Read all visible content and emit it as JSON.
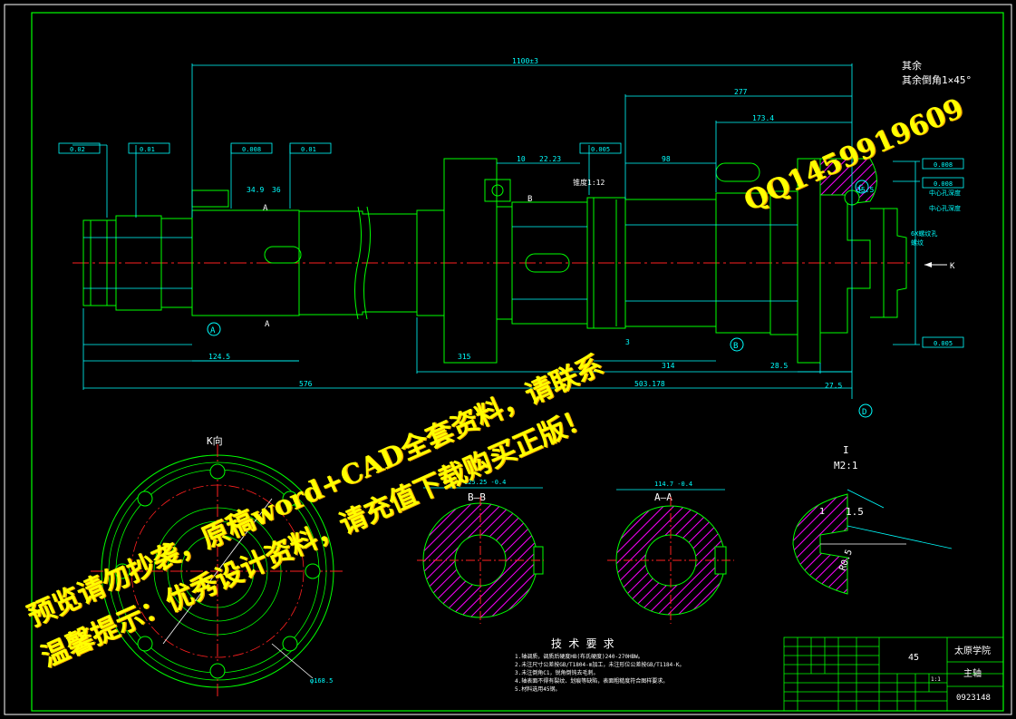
{
  "dims": {
    "overall": "1100±3",
    "d277": "277",
    "d173": "173.4",
    "d10": "10",
    "d2223": "22.23",
    "d98": "98",
    "d349": "34.9",
    "d36": "36",
    "d35": "35.5",
    "d124": "124.5",
    "d5763": "576",
    "d503": "503.178",
    "d314": "314",
    "d315": "315",
    "d3": "3",
    "d285": "28.5",
    "d27": "27.5"
  },
  "annotations": {
    "taper": "锥度1:12",
    "bb_cut": "B",
    "aa_cut": "A",
    "k_arrow": "K",
    "surface1": "其余",
    "surface2": "其余倒角1×45°",
    "note1": "中心孔深度",
    "note2": "中心孔深度",
    "note3": "6X螺纹孔",
    "note4": "螺纹",
    "tol_a": "0.02",
    "tol_b": "0.01",
    "tol_c": "0.008",
    "tol_d": "0.005",
    "datum_a": "A",
    "datum_b": "B",
    "datum_c": "C",
    "datum_d": "D"
  },
  "views": {
    "k_view": "K向",
    "bb_view": "B—B",
    "aa_view": "A—A",
    "detail": "I",
    "detail_scale": "M2:1",
    "bb_dim": "125.25 -0.4",
    "aa_dim": "114.7 -0.4",
    "detail_15": "1.5",
    "detail_r05": "R0.5",
    "detail_1": "1",
    "k_dim": "φ168.5"
  },
  "tech": {
    "title": "技 术 要 求",
    "lines": [
      "1.轴调质，调质后硬度HB(布氏硬度)240-270HBW。",
      "2.未注尺寸公差按GB/T1804-m加工，未注形位公差按GB/T1184-K。",
      "3.未注倒角C1，锐角倒钝去毛刺。",
      "4.轴表面不得有裂纹、划痕等缺陷，表面粗糙度符合图样要求。",
      "5.材料选用45钢。"
    ]
  },
  "title_block": {
    "material": "45",
    "school": "太原学院",
    "part": "主轴",
    "drawing_no": "0923148",
    "scale": "1:1"
  },
  "watermark": {
    "line1": "预览请勿抄袭，原稿word+CAD全套资料，请联系",
    "qq": "QQ1459919609",
    "line2": "温馨提示：优秀设计资料，请充值下载购买正版！"
  },
  "colors": {
    "green": "#00ff00",
    "cyan": "#00ffff",
    "yellow": "#ffff00",
    "red": "#ff2020",
    "white": "#ffffff",
    "magenta": "#ff00ff"
  }
}
